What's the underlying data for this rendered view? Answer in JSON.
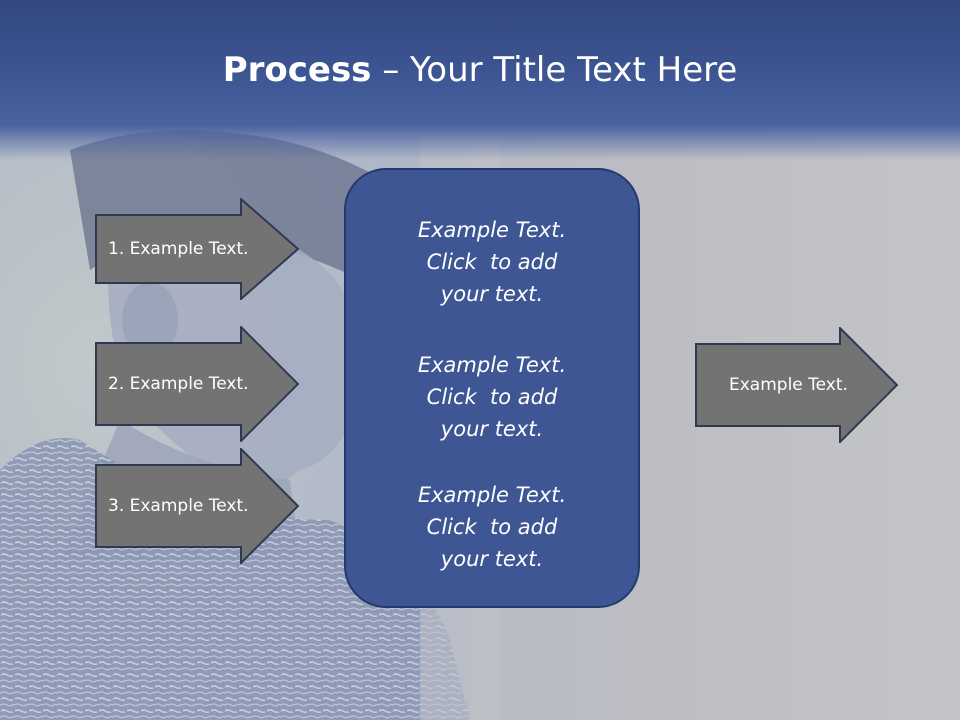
{
  "title": {
    "bold": "Process",
    "rest": " – Your Title Text Here"
  },
  "left_arrows": [
    {
      "label": "1. Example Text."
    },
    {
      "label": "2. Example Text."
    },
    {
      "label": "3. Example Text."
    }
  ],
  "center_box": {
    "paragraphs": [
      {
        "line1": "Example Text.",
        "line2": "Click  to add",
        "line3": "your text."
      },
      {
        "line1": "Example Text.",
        "line2": "Click  to add",
        "line3": "your text."
      },
      {
        "line1": "Example Text.",
        "line2": "Click  to add",
        "line3": "your text."
      }
    ]
  },
  "right_arrow": {
    "label": "Example Text."
  },
  "colors": {
    "title_band": "#3b5390",
    "center_box": "#3f5694",
    "arrow_fill": "#737373",
    "arrow_stroke": "#2e3a52"
  }
}
